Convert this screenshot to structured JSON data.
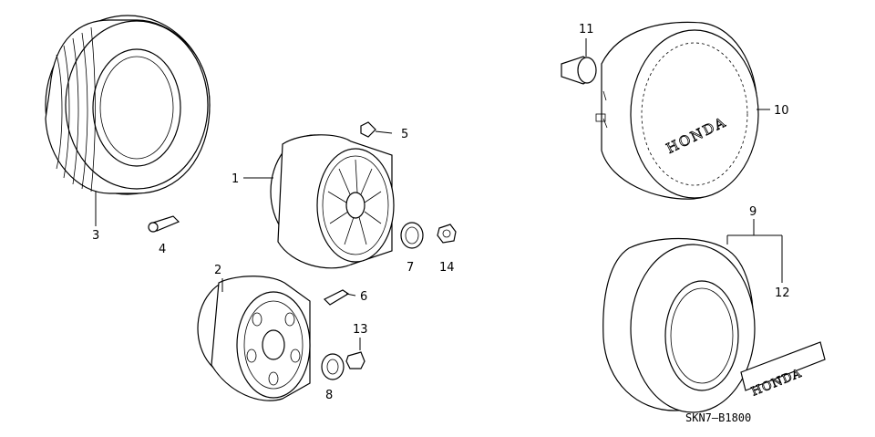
{
  "diagram": {
    "callouts": {
      "c1": "1",
      "c2": "2",
      "c3": "3",
      "c4": "4",
      "c5": "5",
      "c6": "6",
      "c7": "7",
      "c8": "8",
      "c9": "9",
      "c10": "10",
      "c11": "11",
      "c12": "12",
      "c13": "13",
      "c14": "14"
    },
    "cover_logo": "HONDA",
    "emblem_text": "HONDA",
    "diagram_code": "SKN7–B1800"
  }
}
